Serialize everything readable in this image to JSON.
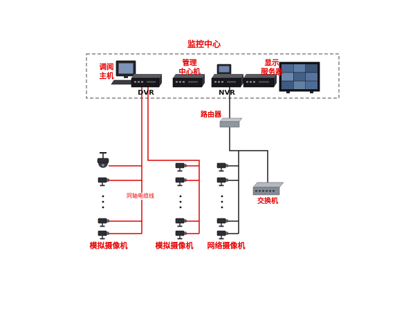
{
  "colors": {
    "label_red": "#e60000",
    "analog_cable": "#dd0000",
    "network_cable": "#1c1c1c"
  },
  "monitoring_center": {
    "title": "监控中心",
    "review_host": {
      "lines": [
        "调阅",
        "主机"
      ]
    },
    "dvr": {
      "label": "DVR"
    },
    "management": {
      "lines": [
        "管理",
        "中心机"
      ]
    },
    "nvr": {
      "label": "NVR"
    },
    "display_server": {
      "lines": [
        "显示",
        "服务器"
      ]
    }
  },
  "network": {
    "router_label": "路由器",
    "switch_label": "交换机"
  },
  "cable_label": "同轴电缆线",
  "camera_groups": {
    "analog_left": "模拟摄像机",
    "analog_middle": "模拟摄像机",
    "network_right": "网络摄像机"
  },
  "icons": {
    "desktop-computer-icon": "CRT monitor with keyboard",
    "dvr-device-icon": "dark rack device box",
    "management-device-icon": "dark rack device box",
    "nvr-device-icon": "dark rack device box with small monitor",
    "display-server-device-icon": "dark rack device box",
    "video-wall-icon": "TV wall with 3x3 screens",
    "router-icon": "small grey box",
    "switch-icon": "grey box with ports",
    "ptz-camera-icon": "speed dome camera on mount",
    "camera-icon": "cctv box camera",
    "ellipsis-dots-icon": "vertical three dots"
  }
}
